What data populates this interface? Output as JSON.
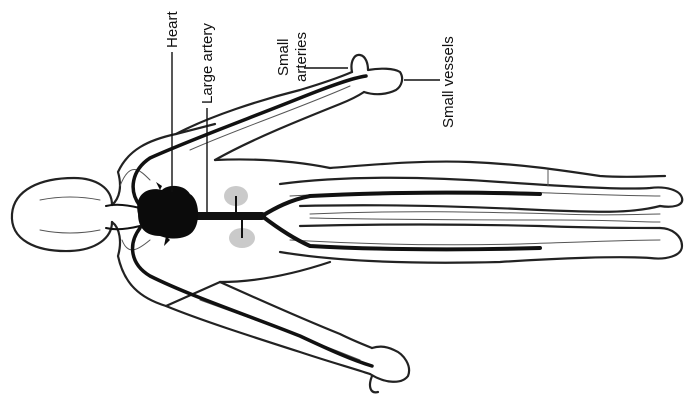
{
  "labels": {
    "heart": "Heart",
    "large_artery": "Large artery",
    "small_arteries_line1": "Small",
    "small_arteries_line2": "arteries",
    "small_vessels": "Small vessels"
  },
  "colors": {
    "outline": "#222222",
    "vessel": "#111111",
    "heart": "#0b0b0b",
    "kidney_shadow": "#b8b8b8",
    "background": "#ffffff"
  }
}
